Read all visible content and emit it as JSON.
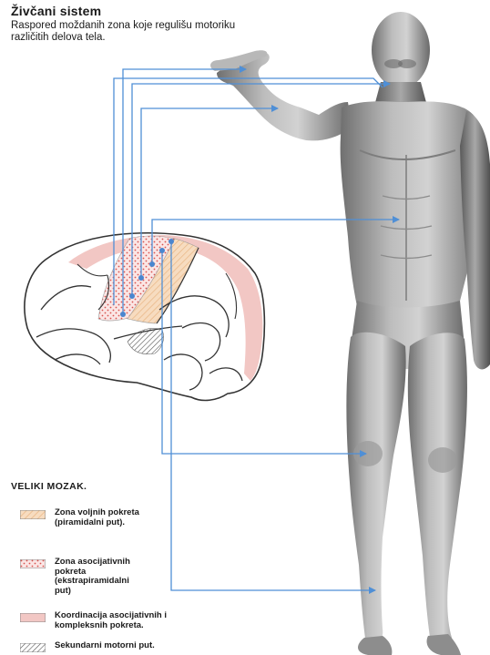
{
  "header": {
    "title": "Živčani sistem",
    "subtitle": "Raspored moždanih zona koje regulišu motoriku različitih delova tela."
  },
  "legend": {
    "heading": "VELIKI MOZAK.",
    "items": [
      {
        "label": "Zona voljnih pokreta (piramidalni put).",
        "pattern": "diagonal-orange"
      },
      {
        "label": "Zona asocijativnih pokreta (ekstrapiramidalni put)",
        "pattern": "dotted-pink"
      },
      {
        "label": "Koordinacija asocijativnih i kompleksnih pokreta.",
        "pattern": "solid-pink"
      },
      {
        "label": "Sekundarni motorni put.",
        "pattern": "diagonal-grey"
      }
    ]
  },
  "colors": {
    "arrow": "#4f8fd6",
    "node": "#4a86cf",
    "coordination_pink": "#f2c7c4",
    "voluntary_orange": "#f6d3ad",
    "brain_outline": "#333333",
    "figure_gray": "#9c9c9c"
  }
}
